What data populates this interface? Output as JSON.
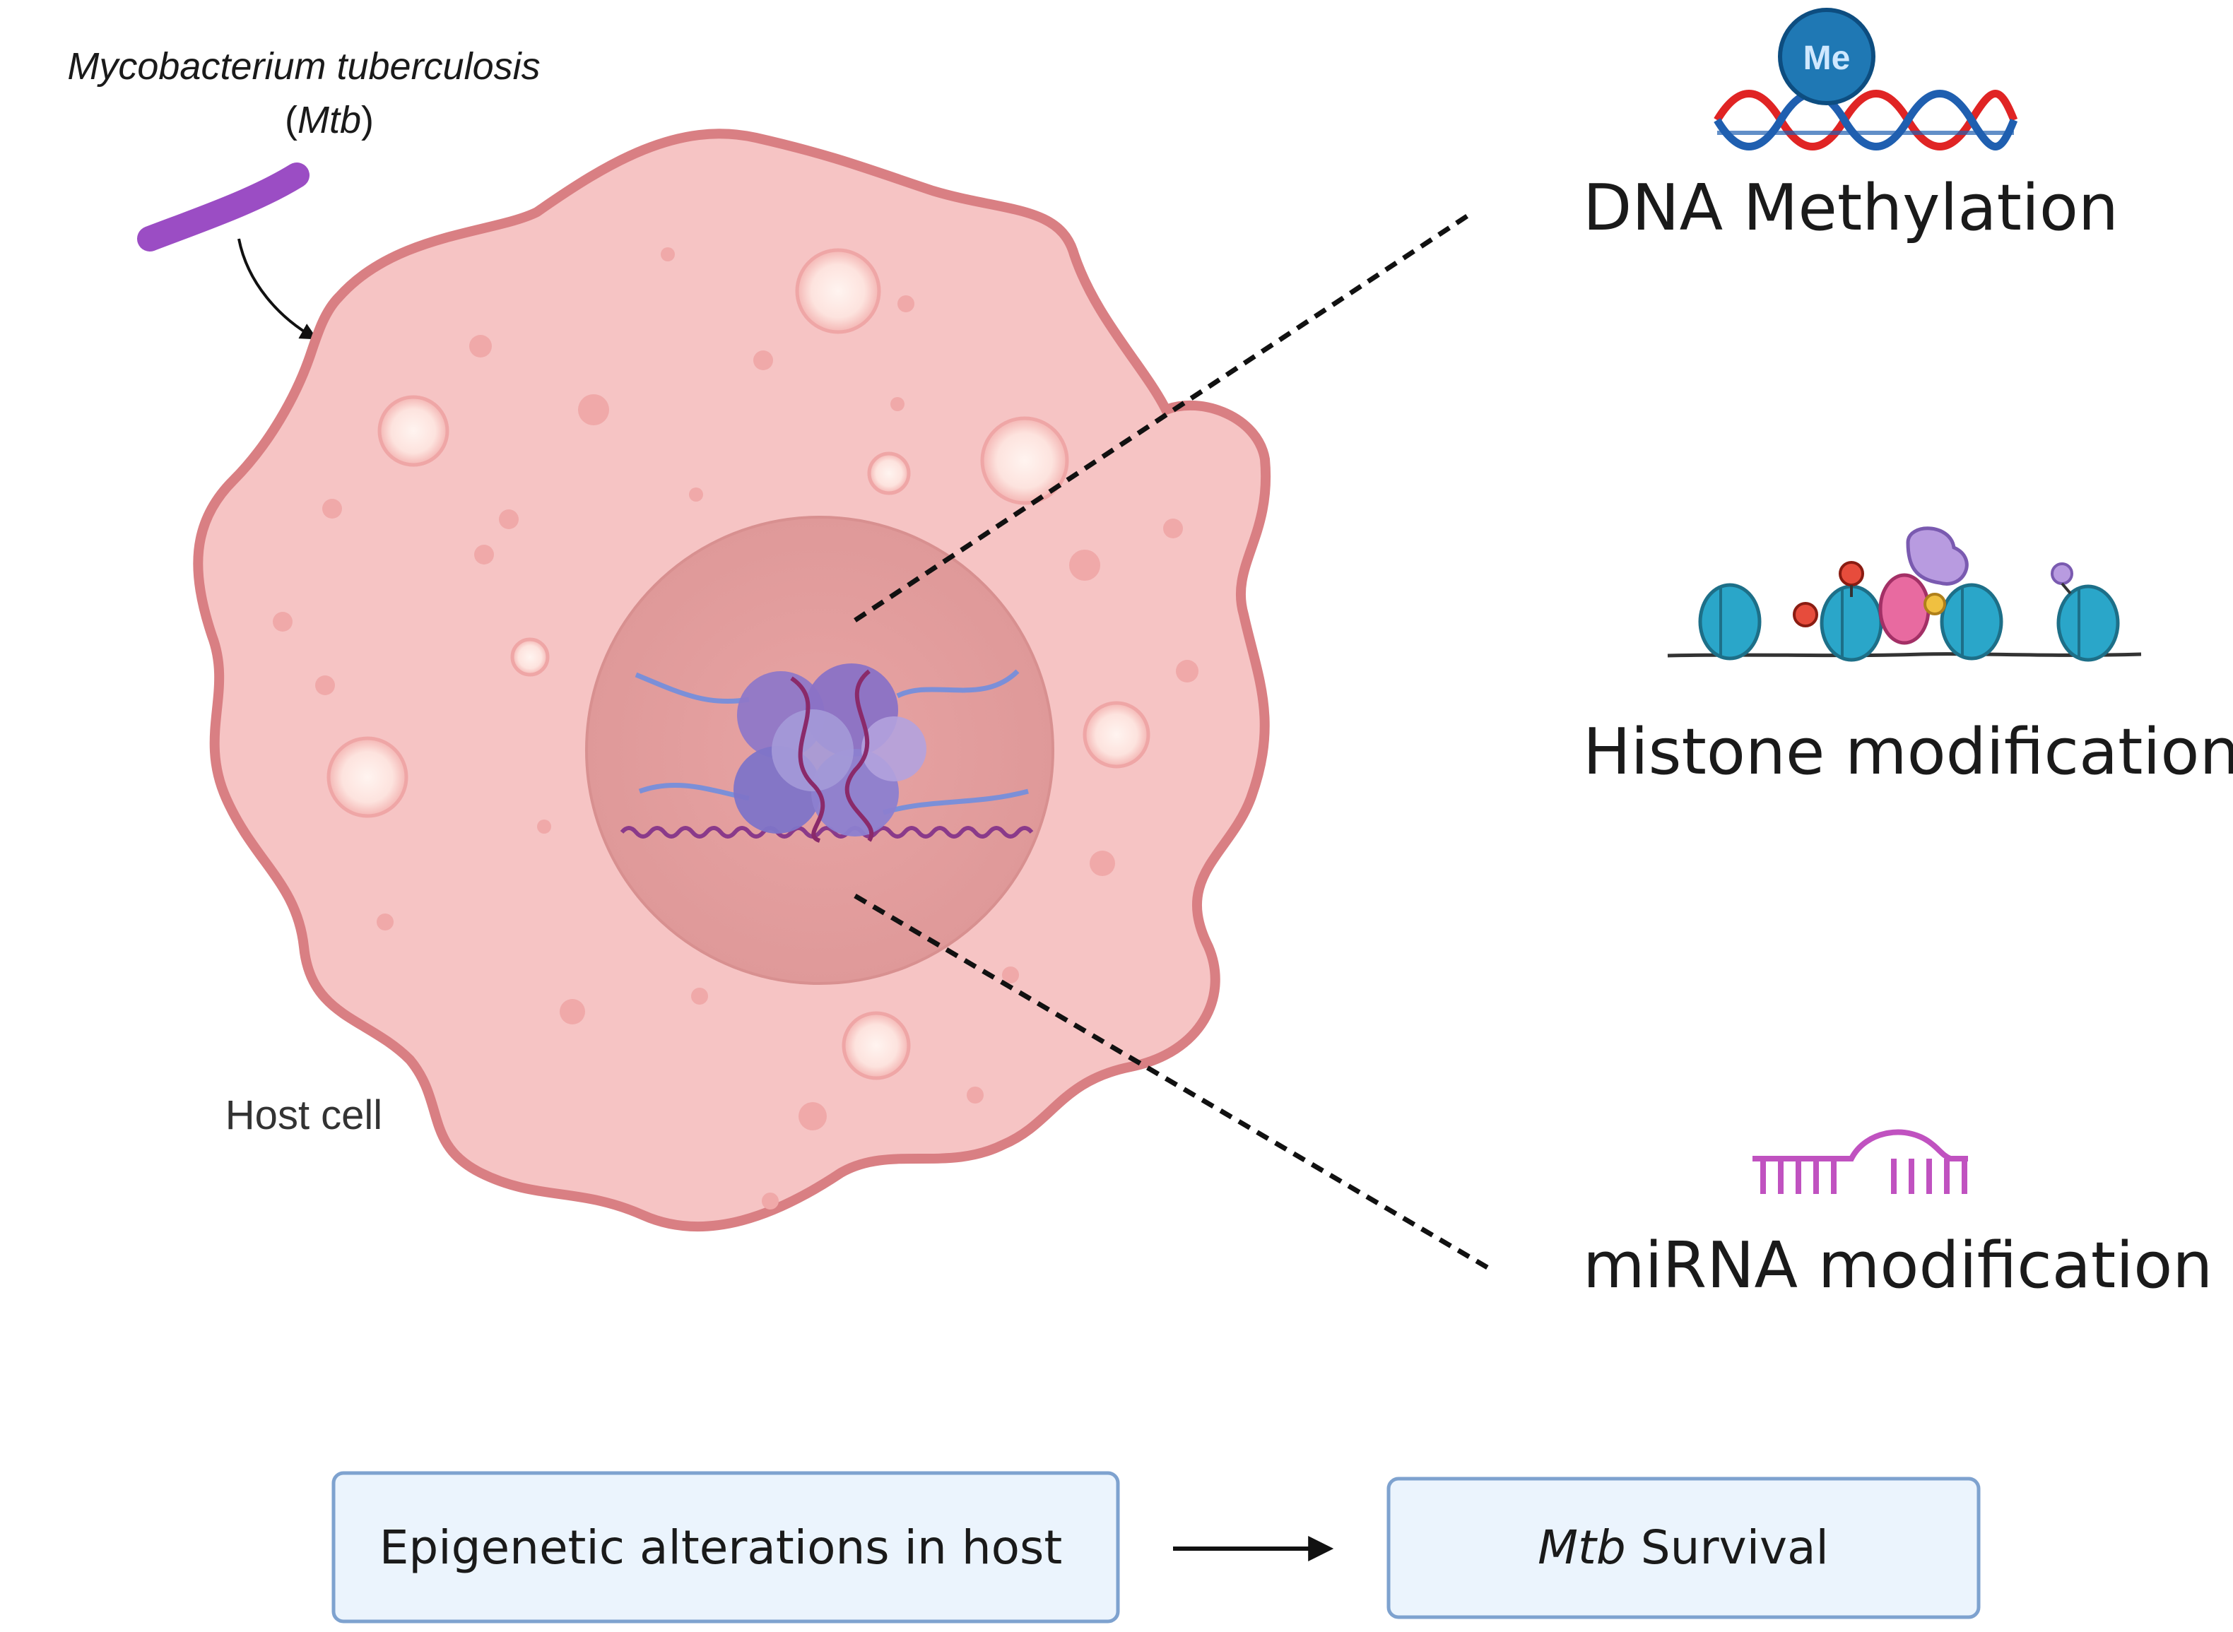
{
  "pathogen": {
    "name_line1": "Mycobacterium tuberculosis",
    "name_line2_open": "(",
    "name_line2_abbr": "Mtb",
    "name_line2_close": ")"
  },
  "host_cell": {
    "label": "Host cell"
  },
  "mechanisms": {
    "dna_methylation": {
      "label": "DNA Methylation",
      "badge": "Me"
    },
    "histone_modification": {
      "label": "Histone modification"
    },
    "mirna_modification": {
      "label": "miRNA modification"
    }
  },
  "outcome": {
    "cause_label": "Epigenetic alterations in host",
    "result_abbr": "Mtb",
    "result_word": " Survival"
  },
  "colors": {
    "cell_fill": "#f6c4c4",
    "cell_border": "#d97f83",
    "nucleus_fill": "#e6a2a2",
    "bacterium": "#9b4dc4",
    "dna_red": "#e02424",
    "dna_blue": "#1f5fb0",
    "me_circle": "#1f78b4",
    "nucleosome": "#2aa6c9",
    "mirna": "#c052c0",
    "box_fill": "#ebf4fd",
    "box_border": "#7ea2cf"
  }
}
